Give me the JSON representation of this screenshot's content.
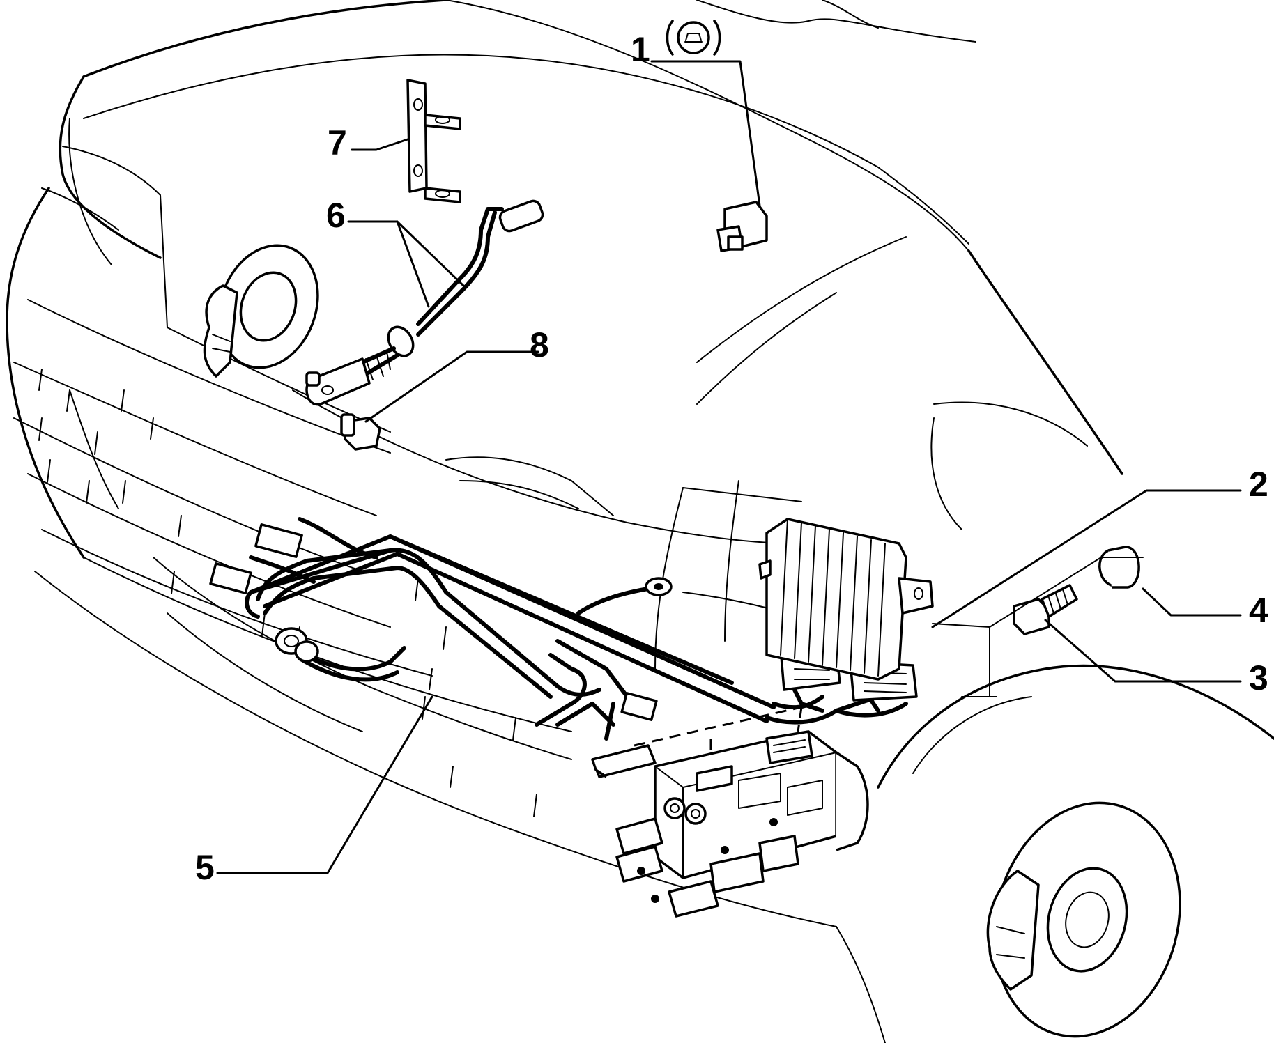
{
  "callouts": [
    {
      "id": "1",
      "label": "1"
    },
    {
      "id": "2",
      "label": "2"
    },
    {
      "id": "3",
      "label": "3"
    },
    {
      "id": "4",
      "label": "4"
    },
    {
      "id": "5",
      "label": "5"
    },
    {
      "id": "6",
      "label": "6"
    },
    {
      "id": "7",
      "label": "7"
    },
    {
      "id": "8",
      "label": "8"
    }
  ],
  "icons": {
    "warning_lamp_symbol": "abs-warning-symbol-icon"
  }
}
